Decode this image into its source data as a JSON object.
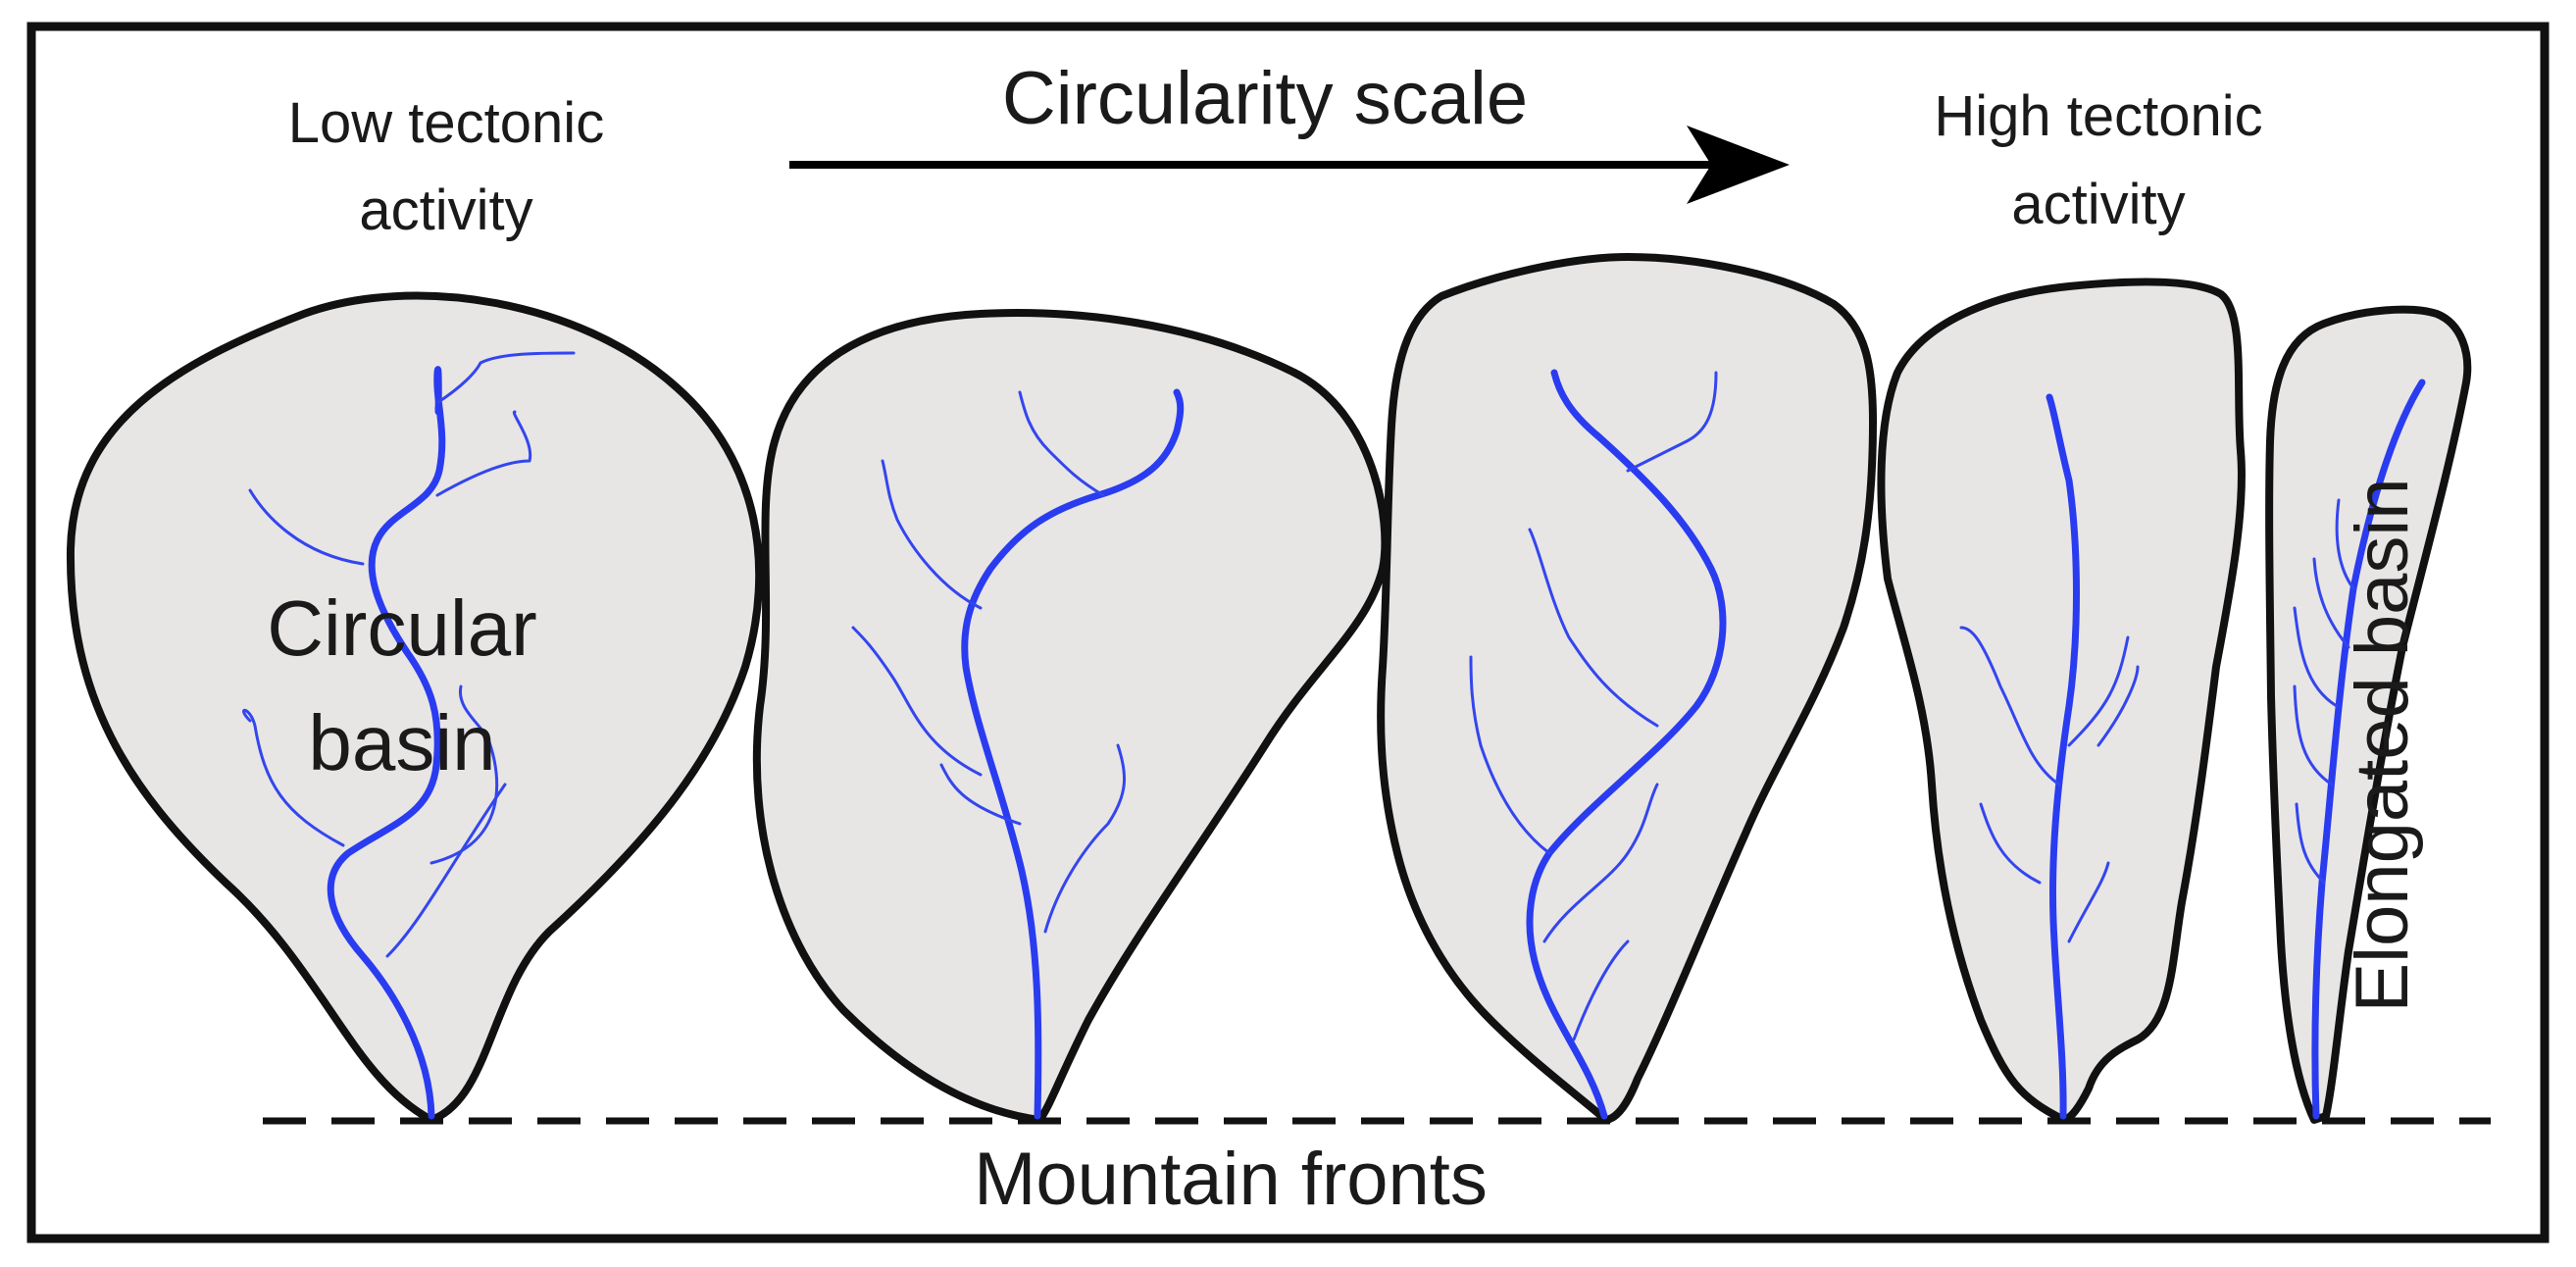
{
  "labels": {
    "low_activity_line1": "Low tectonic",
    "low_activity_line2": "activity",
    "scale_title": "Circularity scale",
    "high_activity_line1": "High tectonic",
    "high_activity_line2": "activity",
    "circular_basin_line1": "Circular",
    "circular_basin_line2": "basin",
    "elongated_basin": "Elongated basin",
    "mountain_fronts": "Mountain fronts"
  },
  "colors": {
    "basin_fill": "#e8e5e5",
    "basin_outline": "#111111",
    "river": "#2a3cf0",
    "frame": "#111111"
  }
}
